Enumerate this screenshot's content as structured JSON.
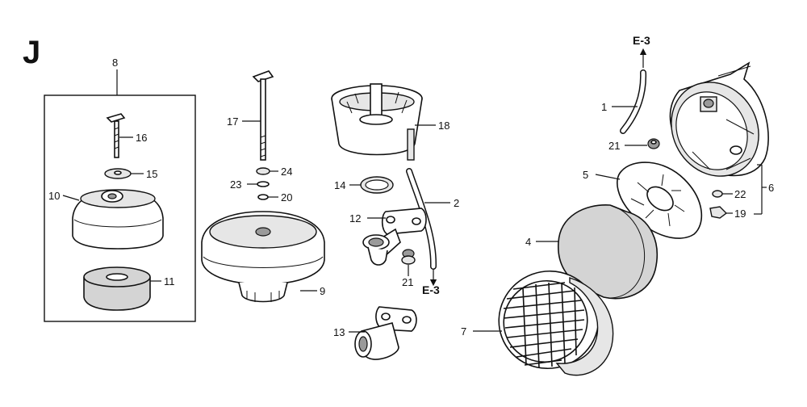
{
  "section_letter": "J",
  "ref_labels": {
    "top": "E-3",
    "bottom": "E-3"
  },
  "callouts": {
    "p1": "1",
    "p2": "2",
    "p4": "4",
    "p5": "5",
    "p6": "6",
    "p7": "7",
    "p8": "8",
    "p9": "9",
    "p10": "10",
    "p11": "11",
    "p12": "12",
    "p13": "13",
    "p14": "14",
    "p15": "15",
    "p16": "16",
    "p17": "17",
    "p18": "18",
    "p19": "19",
    "p20": "20",
    "p21a": "21",
    "p21b": "21",
    "p22": "22",
    "p23": "23",
    "p24": "24"
  }
}
